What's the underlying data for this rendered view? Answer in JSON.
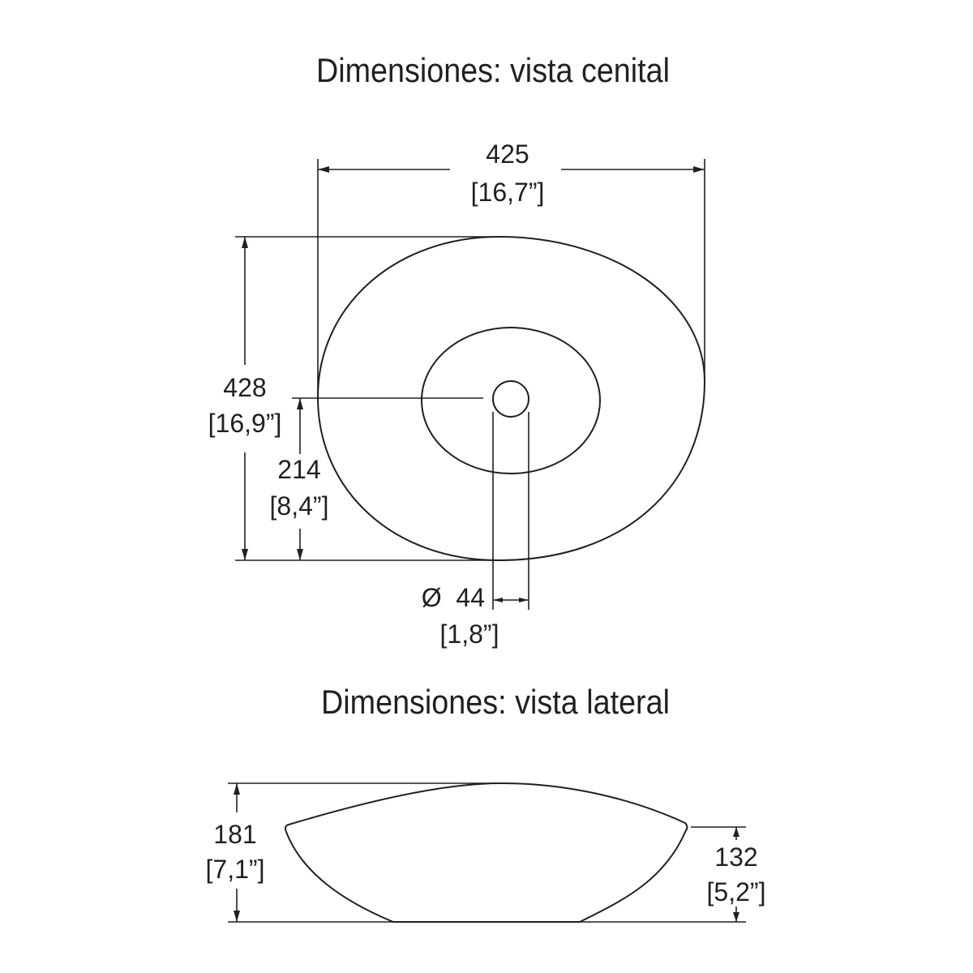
{
  "top_view": {
    "title": "Dimensiones: vista cenital",
    "width": {
      "mm": "425",
      "inch": "[16,7”]"
    },
    "depth": {
      "mm": "428",
      "inch": "[16,9”]"
    },
    "drain_offset": {
      "mm": "214",
      "inch": "[8,4”]"
    },
    "drain_diameter": {
      "mm": "Ø  44",
      "inch": "[1,8”]"
    }
  },
  "side_view": {
    "title": "Dimensiones: vista lateral",
    "total_height": {
      "mm": "181",
      "inch": "[7,1”]"
    },
    "rim_height": {
      "mm": "132",
      "inch": "[5,2”]"
    }
  }
}
